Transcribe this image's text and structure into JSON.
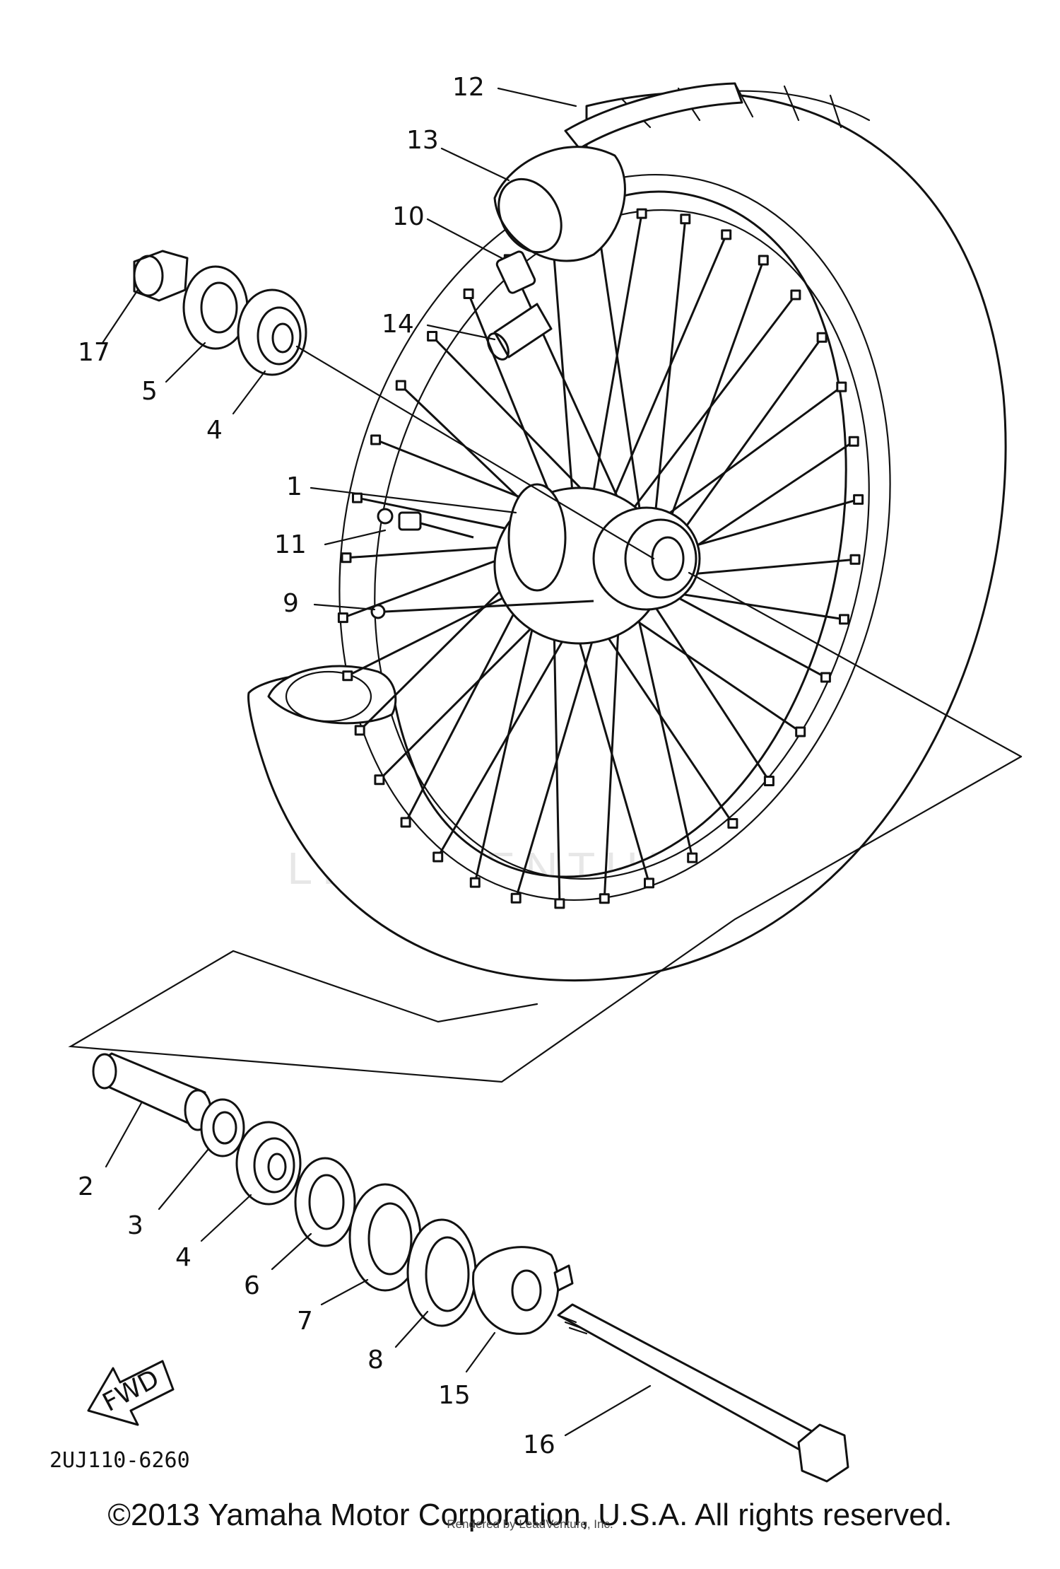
{
  "diagram": {
    "part_code": "2UJ110-6260",
    "fwd_label": "FWD",
    "watermark": "LEADVENTURE",
    "callouts": [
      {
        "id": "c12",
        "label": "12"
      },
      {
        "id": "c13",
        "label": "13"
      },
      {
        "id": "c10",
        "label": "10"
      },
      {
        "id": "c14",
        "label": "14"
      },
      {
        "id": "c17",
        "label": "17"
      },
      {
        "id": "c5a",
        "label": "5"
      },
      {
        "id": "c4a",
        "label": "4"
      },
      {
        "id": "c1",
        "label": "1"
      },
      {
        "id": "c11",
        "label": "11"
      },
      {
        "id": "c9",
        "label": "9"
      },
      {
        "id": "c2",
        "label": "2"
      },
      {
        "id": "c3",
        "label": "3"
      },
      {
        "id": "c4b",
        "label": "4"
      },
      {
        "id": "c6",
        "label": "6"
      },
      {
        "id": "c7",
        "label": "7"
      },
      {
        "id": "c8",
        "label": "8"
      },
      {
        "id": "c15",
        "label": "15"
      },
      {
        "id": "c16",
        "label": "16"
      }
    ]
  },
  "footer": {
    "copyright": "©2013 Yamaha Motor Corporation, U.S.A. All rights reserved.",
    "rendered_by": "Rendered by LeadVenture, Inc."
  }
}
